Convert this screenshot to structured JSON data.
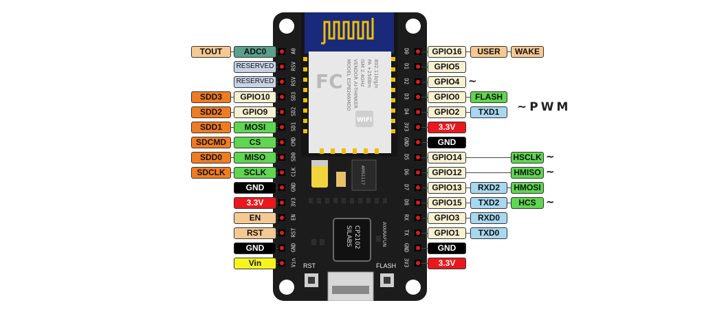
{
  "annotation": {
    "pwm_note": "~PWM",
    "tilde": "~"
  },
  "left_rows": [
    {
      "pin": "A0",
      "labels": [
        {
          "text": "TOUT",
          "color": "#f5c992"
        },
        {
          "text": "ADC0",
          "color": "#5aa08c"
        }
      ]
    },
    {
      "pin": "RSV",
      "labels": [
        {
          "text": "RESERVED",
          "color": "#c7d4e6",
          "small": true
        }
      ]
    },
    {
      "pin": "RSV",
      "labels": [
        {
          "text": "RESERVED",
          "color": "#c7d4e6",
          "small": true
        }
      ]
    },
    {
      "pin": "SD3",
      "labels": [
        {
          "text": "SDD3",
          "color": "#f07c21"
        },
        {
          "text": "GPIO10",
          "color": "#f6f1d0"
        }
      ]
    },
    {
      "pin": "SD2",
      "labels": [
        {
          "text": "SDD2",
          "color": "#f07c21"
        },
        {
          "text": "GPIO9",
          "color": "#f6f1d0"
        }
      ]
    },
    {
      "pin": "SD1",
      "labels": [
        {
          "text": "SDD1",
          "color": "#f07c21"
        },
        {
          "text": "MOSI",
          "color": "#5fd650"
        }
      ]
    },
    {
      "pin": "CMD",
      "labels": [
        {
          "text": "SDCMD",
          "color": "#f07c21"
        },
        {
          "text": "CS",
          "color": "#5fd650"
        }
      ]
    },
    {
      "pin": "SD0",
      "labels": [
        {
          "text": "SDD0",
          "color": "#f07c21"
        },
        {
          "text": "MISO",
          "color": "#5fd650"
        }
      ]
    },
    {
      "pin": "CLK",
      "labels": [
        {
          "text": "SDCLK",
          "color": "#f07c21"
        },
        {
          "text": "SCLK",
          "color": "#5fd650"
        }
      ]
    },
    {
      "pin": "GND",
      "labels": [
        {
          "text": "GND",
          "color": "#000000",
          "fg": "#ffffff"
        }
      ]
    },
    {
      "pin": "3V3",
      "labels": [
        {
          "text": "3.3V",
          "color": "#e8181c",
          "fg": "#ffffff"
        }
      ]
    },
    {
      "pin": "EN",
      "labels": [
        {
          "text": "EN",
          "color": "#f5c992"
        }
      ]
    },
    {
      "pin": "RST",
      "labels": [
        {
          "text": "RST",
          "color": "#f5c992"
        }
      ]
    },
    {
      "pin": "GND",
      "labels": [
        {
          "text": "GND",
          "color": "#000000",
          "fg": "#ffffff"
        }
      ]
    },
    {
      "pin": "Vin",
      "labels": [
        {
          "text": "Vin",
          "color": "#f7f41d"
        }
      ]
    }
  ],
  "right_rows": [
    {
      "pin": "D0",
      "labels": [
        {
          "text": "GPIO16",
          "color": "#f6f1d0"
        },
        {
          "text": "USER",
          "color": "#f5c992"
        },
        {
          "text": "WAKE",
          "color": "#f5c992"
        }
      ]
    },
    {
      "pin": "D1",
      "labels": [
        {
          "text": "GPIO5",
          "color": "#f6f1d0"
        }
      ]
    },
    {
      "pin": "D2",
      "labels": [
        {
          "text": "GPIO4",
          "color": "#f6f1d0"
        }
      ],
      "pwm": true
    },
    {
      "pin": "D3",
      "labels": [
        {
          "text": "GPIO0",
          "color": "#f6f1d0"
        },
        {
          "text": "FLASH",
          "color": "#5fd650"
        }
      ]
    },
    {
      "pin": "D4",
      "labels": [
        {
          "text": "GPIO2",
          "color": "#f6f1d0"
        },
        {
          "text": "TXD1",
          "color": "#a8d8f0"
        }
      ]
    },
    {
      "pin": "3V3",
      "labels": [
        {
          "text": "3.3V",
          "color": "#e8181c",
          "fg": "#ffffff"
        }
      ]
    },
    {
      "pin": "GND",
      "labels": [
        {
          "text": "GND",
          "color": "#000000",
          "fg": "#ffffff"
        }
      ]
    },
    {
      "pin": "D5",
      "labels": [
        {
          "text": "GPIO14",
          "color": "#f6f1d0"
        },
        {
          "text": "HSCLK",
          "color": "#5fd650"
        }
      ],
      "pwm": true
    },
    {
      "pin": "D6",
      "labels": [
        {
          "text": "GPIO12",
          "color": "#f6f1d0"
        },
        {
          "text": "HMISO",
          "color": "#5fd650"
        }
      ],
      "pwm": true
    },
    {
      "pin": "D7",
      "labels": [
        {
          "text": "GPIO13",
          "color": "#f6f1d0"
        },
        {
          "text": "RXD2",
          "color": "#a8d8f0"
        },
        {
          "text": "HMOSI",
          "color": "#5fd650"
        }
      ]
    },
    {
      "pin": "D8",
      "labels": [
        {
          "text": "GPIO15",
          "color": "#f6f1d0"
        },
        {
          "text": "TXD2",
          "color": "#a8d8f0"
        },
        {
          "text": "HCS",
          "color": "#5fd650"
        }
      ],
      "pwm": true
    },
    {
      "pin": "RX",
      "labels": [
        {
          "text": "GPIO3",
          "color": "#f6f1d0"
        },
        {
          "text": "RXD0",
          "color": "#a8d8f0"
        }
      ]
    },
    {
      "pin": "TX",
      "labels": [
        {
          "text": "GPIO1",
          "color": "#f6f1d0"
        },
        {
          "text": "TXD0",
          "color": "#a8d8f0"
        }
      ]
    },
    {
      "pin": "GND",
      "labels": [
        {
          "text": "GND",
          "color": "#000000",
          "fg": "#ffffff"
        }
      ]
    },
    {
      "pin": "3V3",
      "labels": [
        {
          "text": "3.3V",
          "color": "#e8181c",
          "fg": "#ffffff"
        }
      ]
    }
  ],
  "board": {
    "module_text": [
      "MODEL ESP8266MOD",
      "VENDOR AI-THINKER",
      "ISM 2.4GHz",
      "PA +25dBm",
      "802.11b/g/n"
    ],
    "fcc_mark": "FC",
    "wifi_mark": "WiFi",
    "regulator": "AMS1117",
    "usb_chip": [
      "SILABS",
      "CP2102"
    ],
    "maker": "AYARAFUN",
    "rst_button": "RST",
    "flash_button": "FLASH",
    "colors": {
      "pcb": "#1c1c1c",
      "module": "#f2f2f2",
      "shield": "#e8e8e8",
      "antenna": "#1a2a7a",
      "gold": "#f0c000"
    }
  }
}
